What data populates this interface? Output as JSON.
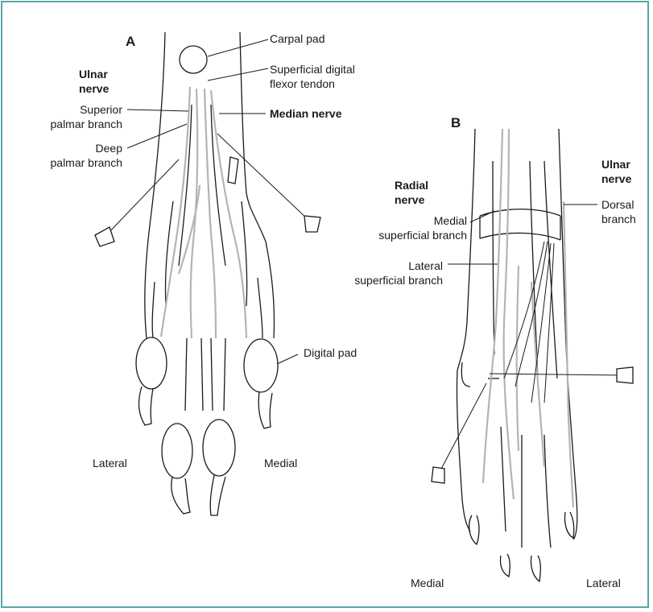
{
  "frame_color": "#5aa6a6",
  "nerve_color": "#b4b4b4",
  "panel_a": {
    "letter": "A",
    "carpal_pad": "Carpal pad",
    "sdft_line1": "Superficial digital",
    "sdft_line2": "flexor tendon",
    "ulnar_line1": "Ulnar",
    "ulnar_line2": "nerve",
    "superior_line1": "Superior",
    "superior_line2": "palmar branch",
    "deep_line1": "Deep",
    "deep_line2": "palmar branch",
    "median_nerve": "Median nerve",
    "digital_pad": "Digital pad",
    "lateral": "Lateral",
    "medial": "Medial"
  },
  "panel_b": {
    "letter": "B",
    "radial_line1": "Radial",
    "radial_line2": "nerve",
    "medial_sup_line1": "Medial",
    "medial_sup_line2": "superficial branch",
    "lateral_sup_line1": "Lateral",
    "lateral_sup_line2": "superficial branch",
    "ulnar_line1": "Ulnar",
    "ulnar_line2": "nerve",
    "dorsal_line1": "Dorsal",
    "dorsal_line2": "branch",
    "medial": "Medial",
    "lateral": "Lateral"
  }
}
